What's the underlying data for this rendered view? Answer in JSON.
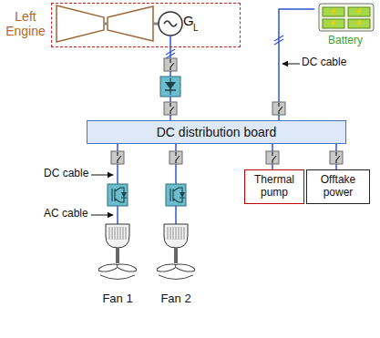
{
  "diagram": {
    "nodes": [
      {
        "text": [
          "Left Engine"
        ]
      },
      {
        "text": [
          "Battery"
        ]
      },
      {
        "text": [
          "DC distribution board"
        ]
      },
      {
        "text": [
          "Thermal pump"
        ]
      },
      {
        "text": [
          "Offtake power"
        ]
      },
      {
        "text": [
          "Fan 1"
        ]
      },
      {
        "text": [
          "Fan 2"
        ]
      }
    ],
    "edges": [
      {
        "from": 0,
        "to": 2,
        "arrow": "none"
      },
      {
        "from": 1,
        "to": 2,
        "arrow": "none"
      },
      {
        "from": 2,
        "to": 5,
        "arrow": "none"
      },
      {
        "from": 2,
        "to": 6,
        "arrow": "none"
      },
      {
        "from": 2,
        "to": 3,
        "arrow": "none"
      },
      {
        "from": 2,
        "to": 4,
        "arrow": "none"
      }
    ],
    "labels": [
      "G",
      "L",
      "DC cable",
      "DC cable",
      "AC cable"
    ]
  }
}
